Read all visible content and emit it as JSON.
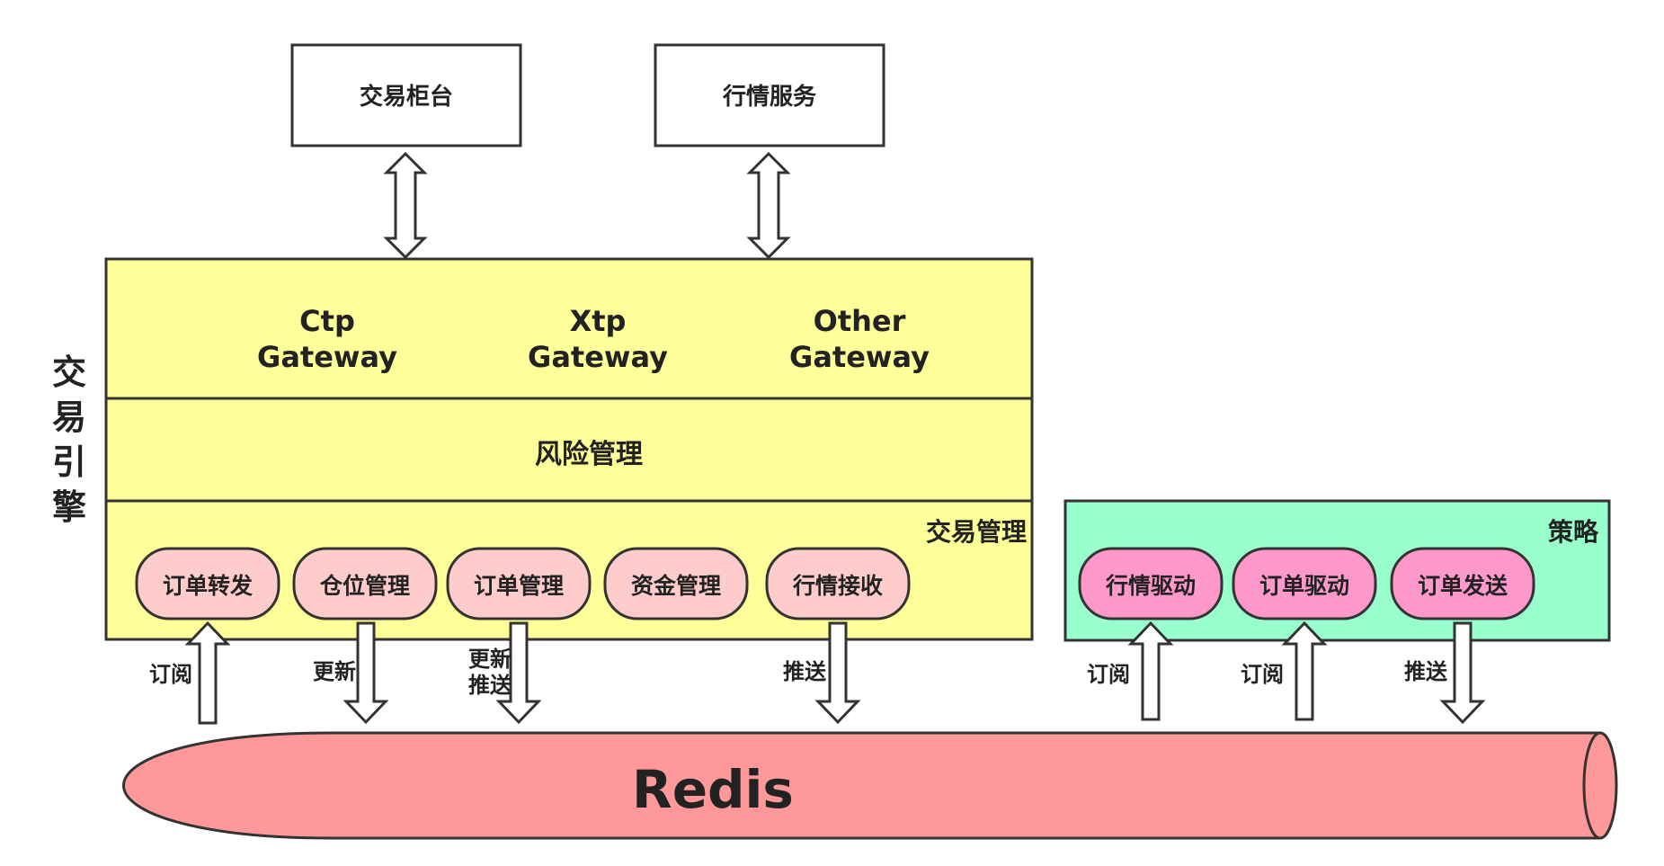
{
  "top_boxes": {
    "counter": "交易柜台",
    "market_service": "行情服务"
  },
  "engine": {
    "side_label": [
      "交",
      "易",
      "引",
      "擎"
    ],
    "gateways": [
      {
        "line1": "Ctp",
        "line2": "Gateway"
      },
      {
        "line1": "Xtp",
        "line2": "Gateway"
      },
      {
        "line1": "Other",
        "line2": "Gateway"
      }
    ],
    "risk_label": "风险管理",
    "trade_mgmt_label": "交易管理",
    "modules": [
      "订单转发",
      "仓位管理",
      "订单管理",
      "资金管理",
      "行情接收"
    ]
  },
  "strategy": {
    "label": "策略",
    "modules": [
      "行情驱动",
      "订单驱动",
      "订单发送"
    ]
  },
  "arrow_labels": {
    "a1": "订阅",
    "a2": "更新",
    "a3_line1": "更新",
    "a3_line2": "推送",
    "a4": "推送",
    "a5": "订阅",
    "a6": "订阅",
    "a7": "推送"
  },
  "redis_label": "Redis",
  "colors": {
    "engine_fill": "#ffff99",
    "strategy_fill": "#99ffcc",
    "engine_module_fill": "#ffcccc",
    "strategy_module_fill": "#ff99cc",
    "redis_fill": "#ff9999"
  }
}
